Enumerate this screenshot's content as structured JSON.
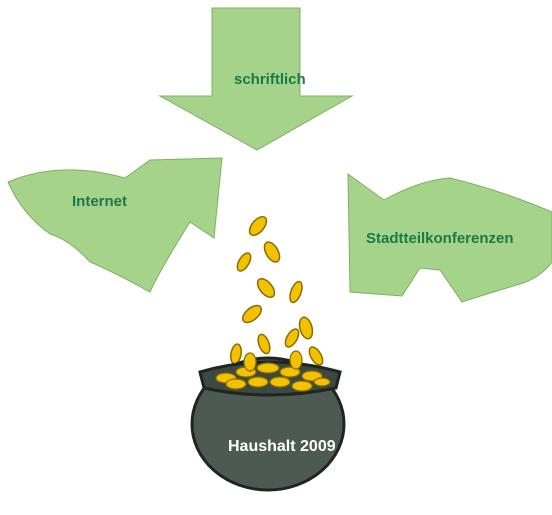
{
  "arrows": {
    "top_label": "schriftlich",
    "left_label": "Internet",
    "right_label": "Stadtteilkonferenzen"
  },
  "pot": {
    "label": "Haushalt 2009"
  },
  "colors": {
    "arrow_fill": "#a6d38a",
    "arrow_stroke": "#7fb062",
    "label_text": "#1a7a4a",
    "pot_body": "#4d5a52",
    "pot_text": "#ffffff",
    "coin": "#f2c200",
    "coin_edge": "#8a6d00"
  },
  "icons": [
    "arrow-down-icon",
    "curved-arrow-right-icon",
    "curved-arrow-left-icon",
    "gold-coin-icon",
    "cauldron-icon"
  ]
}
